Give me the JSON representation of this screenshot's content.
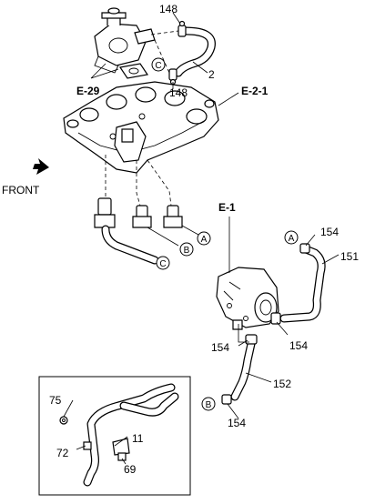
{
  "diagram": {
    "front_label": "FRONT",
    "refs": {
      "e29": "E-29",
      "e21": "E-2-1",
      "e1": "E-1"
    },
    "parts": {
      "p148_top": "148",
      "p2": "2",
      "p148_mid": "148",
      "p154_a": "154",
      "p151": "151",
      "p154_left": "154",
      "p154_right": "154",
      "p152": "152",
      "p154_bottom": "154",
      "p75": "75",
      "p11": "11",
      "p72": "72",
      "p69": "69"
    },
    "callouts": {
      "c_top": "C",
      "a_upper": "A",
      "b_upper": "B",
      "c_lower": "C",
      "a_right": "A",
      "b_right": "B"
    }
  }
}
